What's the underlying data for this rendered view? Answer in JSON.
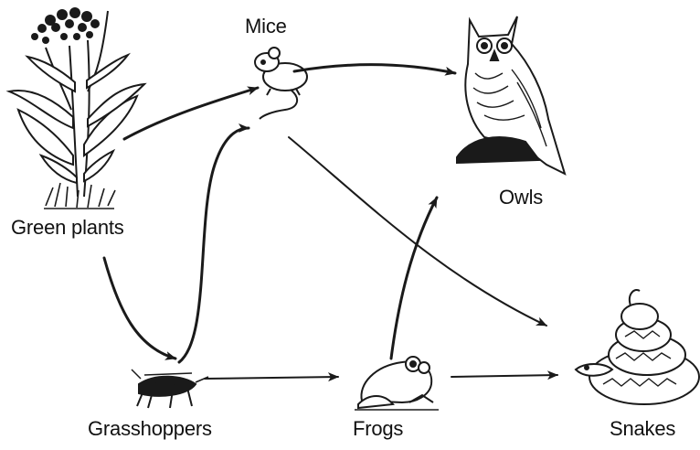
{
  "organisms": {
    "green_plants": "Green plants",
    "mice": "Mice",
    "owls": "Owls",
    "grasshoppers": "Grasshoppers",
    "frogs": "Frogs",
    "snakes": "Snakes"
  },
  "links": [
    {
      "from": "green_plants",
      "to": "mice"
    },
    {
      "from": "green_plants",
      "to": "grasshoppers"
    },
    {
      "from": "grasshoppers",
      "to": "mice"
    },
    {
      "from": "grasshoppers",
      "to": "frogs"
    },
    {
      "from": "mice",
      "to": "owls"
    },
    {
      "from": "mice",
      "to": "snakes"
    },
    {
      "from": "frogs",
      "to": "owls"
    },
    {
      "from": "frogs",
      "to": "snakes"
    }
  ],
  "colors": {
    "ink": "#1a1a1a",
    "background": "#ffffff"
  },
  "icons": [
    "plant-icon",
    "mouse-icon",
    "owl-icon",
    "grasshopper-icon",
    "frog-icon",
    "snake-icon"
  ]
}
